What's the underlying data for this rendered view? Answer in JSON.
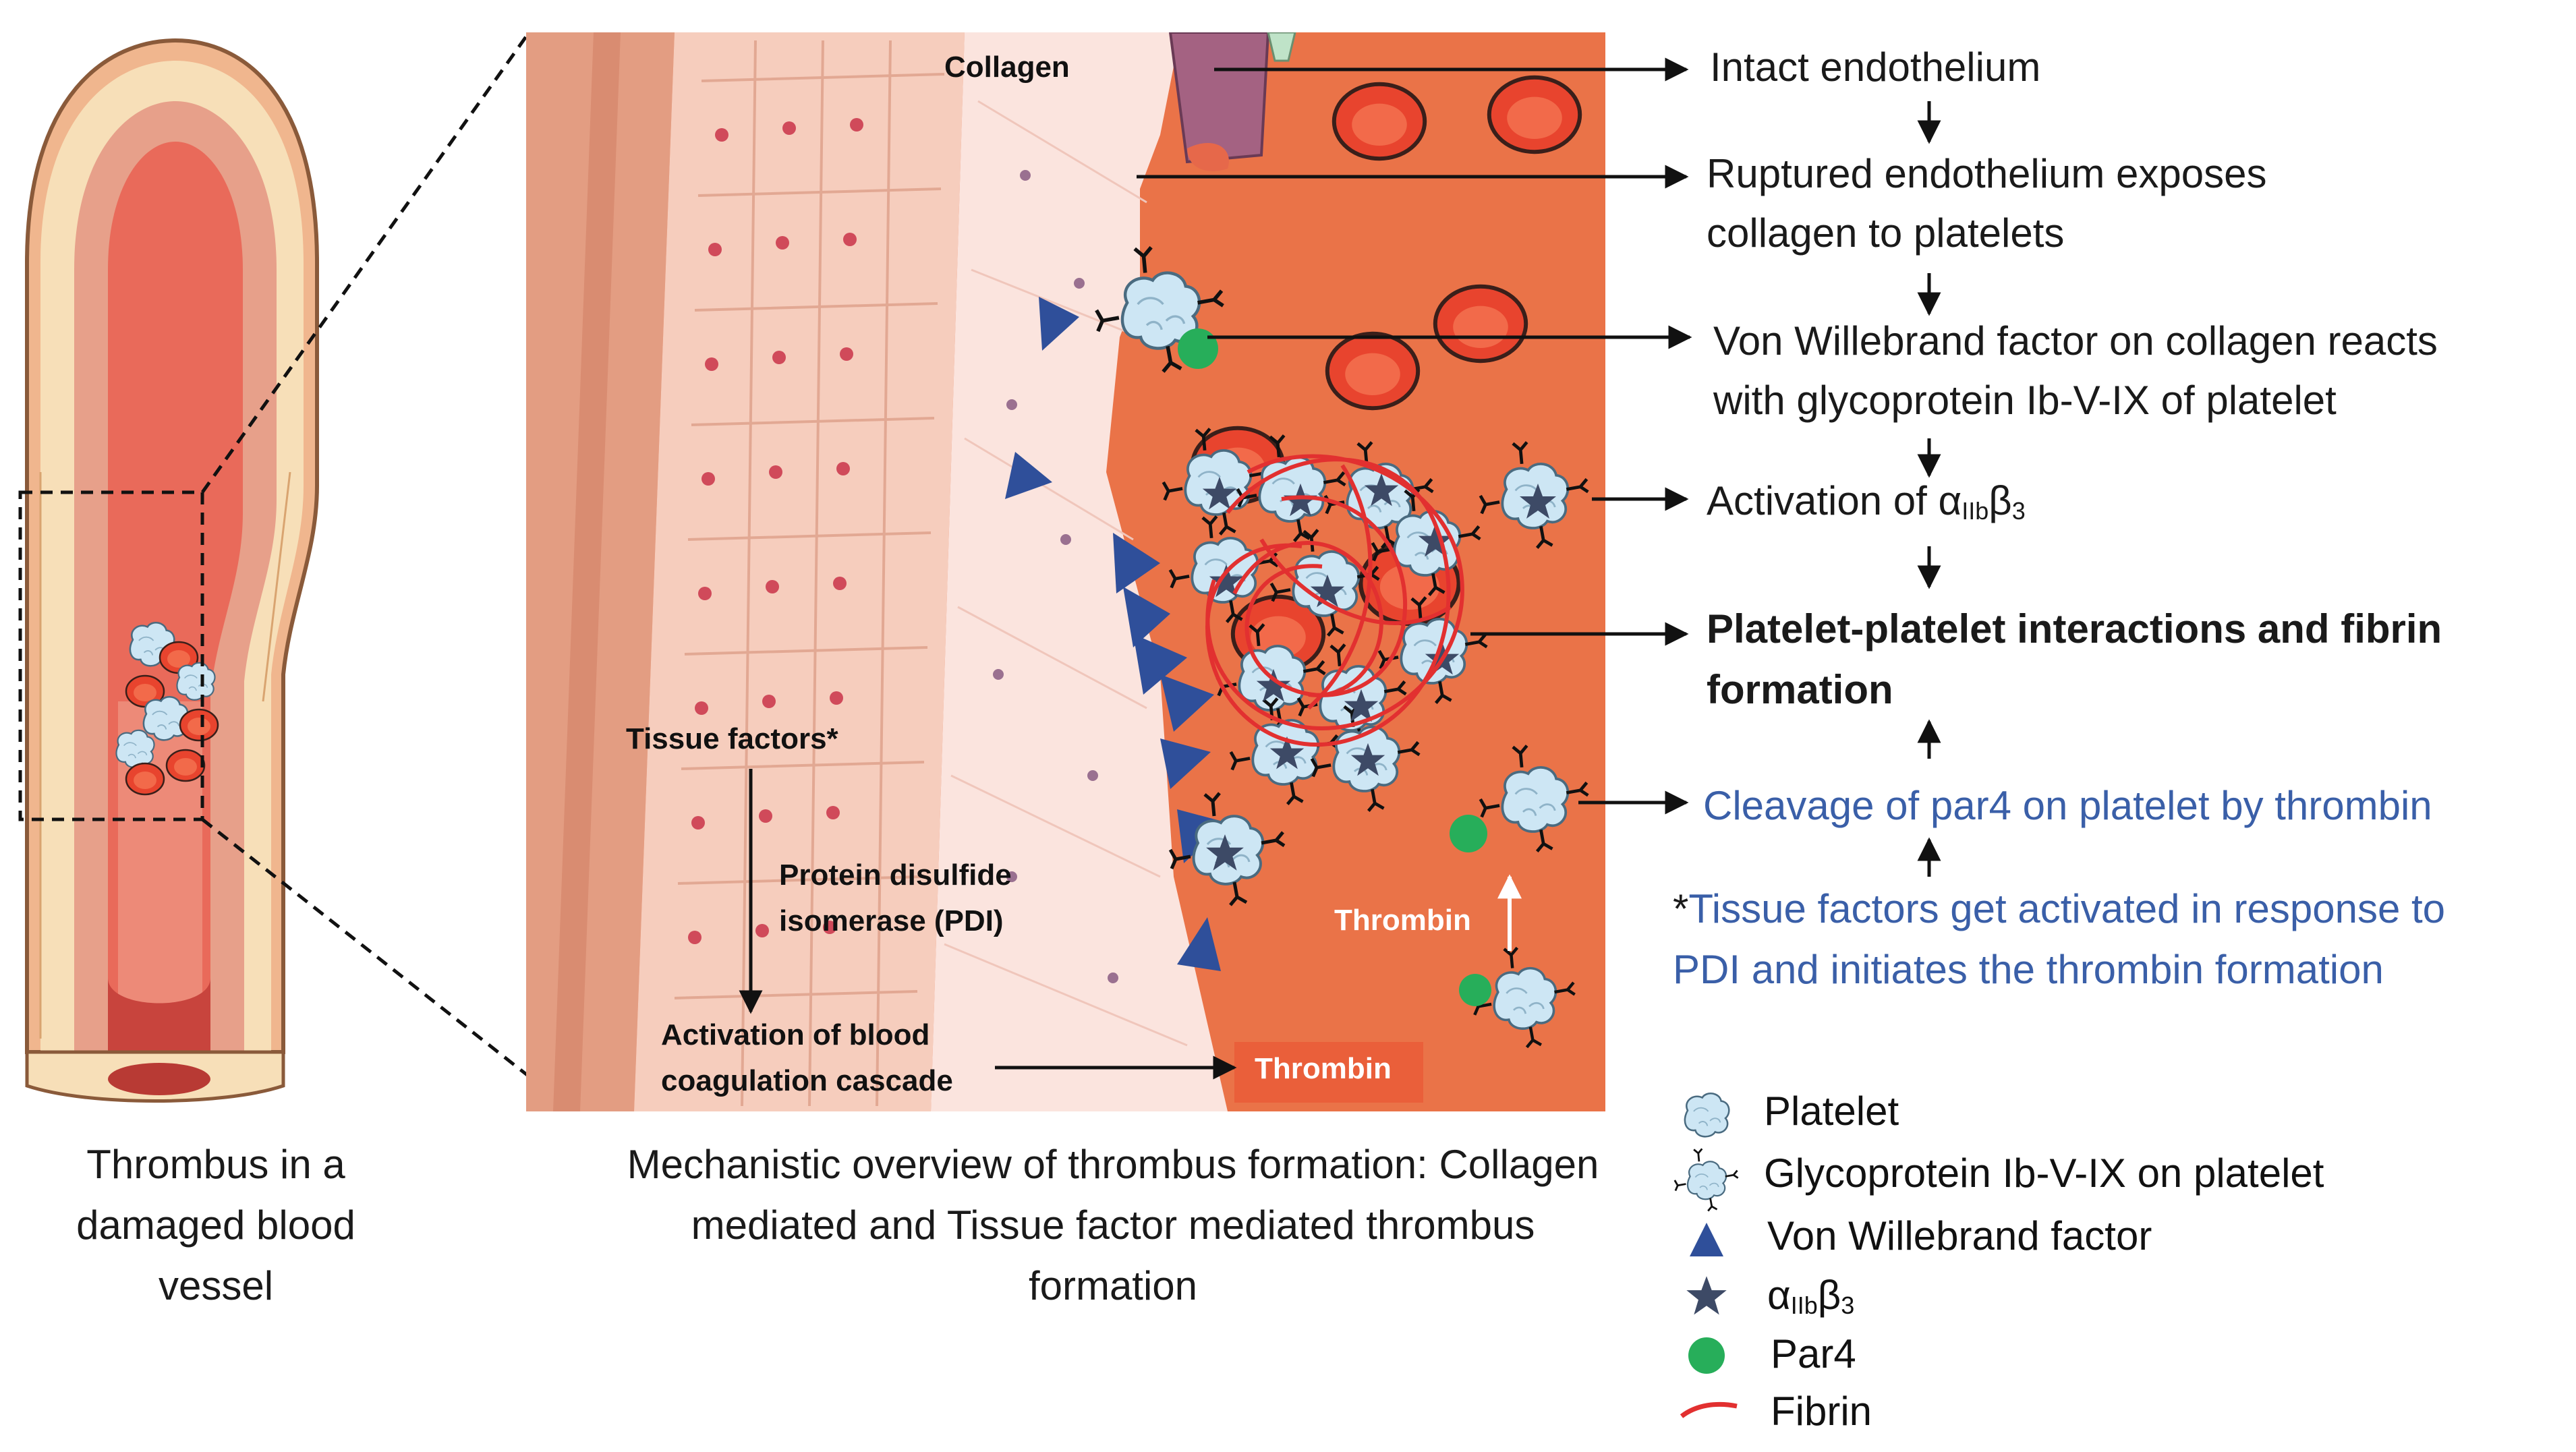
{
  "flowchart": {
    "step1": "Intact endothelium",
    "step2_line1": "Ruptured endothelium exposes",
    "step2_line2": "collagen to platelets",
    "step3_line1": "Von Willebrand factor on collagen reacts",
    "step3_line2": "with glycoprotein Ib-V-IX of platelet",
    "step4_prefix": "Activation of ",
    "step4_alpha": "α",
    "step4_alpha_sub": "IIb",
    "step4_beta": "β",
    "step4_beta_sub": "3",
    "step5_line1": "Platelet-platelet interactions and fibrin",
    "step5_line2": "formation",
    "step6": "Cleavage of par4 on platelet by thrombin",
    "note_star": "*",
    "note_line1": "Tissue factors get activated in response to",
    "note_line2": "PDI and initiates the thrombin formation"
  },
  "panel_labels": {
    "collagen": "Collagen",
    "tissue_factors": "Tissue factors*",
    "pdi_line1": "Protein disulfide",
    "pdi_line2": "isomerase (PDI)",
    "activation_line1": "Activation of blood",
    "activation_line2": "coagulation cascade",
    "thrombin_upper": "Thrombin",
    "thrombin_lower": "Thrombin"
  },
  "captions": {
    "left": "Thrombus in a damaged blood vessel",
    "center": "Mechanistic overview of thrombus formation: Collagen mediated and Tissue factor mediated thrombus formation"
  },
  "legend": {
    "platelet": "Platelet",
    "glycoprotein": "Glycoprotein Ib-V-IX on platelet",
    "vwf": "Von Willebrand factor",
    "integrin_alpha": "α",
    "integrin_alpha_sub": "IIb",
    "integrin_beta": "β",
    "integrin_beta_sub": "3",
    "par4": "Par4",
    "fibrin": "Fibrin"
  },
  "colors": {
    "blood": "#ea7348",
    "rbc": "#e8442e",
    "platelet": "#cde6f4",
    "vwf": "#2f4f9a",
    "integrin": "#3d4a66",
    "par4": "#27ae5a",
    "fibrin": "#e23030",
    "note_blue": "#3a5fa8"
  }
}
